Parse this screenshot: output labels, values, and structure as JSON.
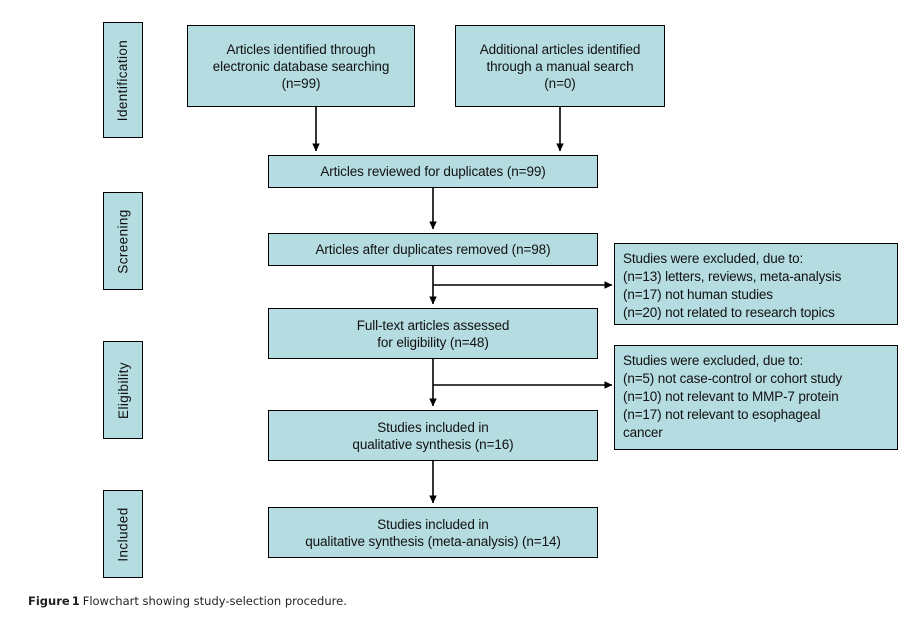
{
  "figure": {
    "caption_lead": "Figure",
    "caption_number": "1",
    "caption_text": "Flowchart showing study-selection procedure."
  },
  "colors": {
    "box_fill": "#b5dce1",
    "box_border": "#000000",
    "text": "#111111",
    "caption_text": "#231f20",
    "page_background": "#ffffff"
  },
  "stages": [
    {
      "id": "identification",
      "label": "Identification"
    },
    {
      "id": "screening",
      "label": "Screening"
    },
    {
      "id": "eligibility",
      "label": "Eligibility"
    },
    {
      "id": "included",
      "label": "Included"
    }
  ],
  "flow": {
    "source_left": {
      "id": "articles-identified-database",
      "lines": [
        "Articles identified through",
        "electronic database searching",
        "(n=99)"
      ],
      "n": 99
    },
    "source_right": {
      "id": "articles-identified-manual",
      "lines": [
        "Additional articles identified",
        "through a manual search",
        "(n=0)"
      ],
      "n": 0
    },
    "reviewed_duplicates": {
      "id": "articles-reviewed-duplicates",
      "lines": [
        "Articles reviewed for duplicates (n=99)"
      ],
      "n": 99
    },
    "after_duplicates": {
      "id": "articles-after-duplicates-removed",
      "lines": [
        "Articles after duplicates removed (n=98)"
      ],
      "n": 98
    },
    "fulltext_assessed": {
      "id": "full-text-articles-assessed",
      "lines": [
        "Full-text articles assessed",
        "for eligibility (n=48)"
      ],
      "n": 48
    },
    "qualitative_synthesis": {
      "id": "studies-included-qualitative",
      "lines": [
        "Studies included in",
        "qualitative synthesis (n=16)"
      ],
      "n": 16
    },
    "meta_analysis": {
      "id": "studies-included-meta-analysis",
      "lines": [
        "Studies included in",
        "qualitative synthesis (meta-analysis) (n=14)"
      ],
      "n": 14
    }
  },
  "exclusions": {
    "screening": {
      "id": "exclusions-screening",
      "lines": [
        "Studies were excluded, due to:",
        "(n=13) letters, reviews, meta-analysis",
        "(n=17) not human studies",
        "(n=20) not related to research topics"
      ],
      "reasons": [
        {
          "n": 13,
          "reason": "letters, reviews, meta-analysis"
        },
        {
          "n": 17,
          "reason": "not human studies"
        },
        {
          "n": 20,
          "reason": "not related to research topics"
        }
      ]
    },
    "eligibility": {
      "id": "exclusions-eligibility",
      "lines": [
        "Studies were excluded, due to:",
        "(n=5) not case-control or cohort study",
        "(n=10) not relevant to MMP-7 protein",
        "(n=17) not relevant to esophageal",
        "cancer"
      ],
      "reasons": [
        {
          "n": 5,
          "reason": "not case-control or cohort study"
        },
        {
          "n": 10,
          "reason": "not relevant to MMP-7 protein"
        },
        {
          "n": 17,
          "reason": "not relevant to esophageal cancer"
        }
      ]
    }
  }
}
